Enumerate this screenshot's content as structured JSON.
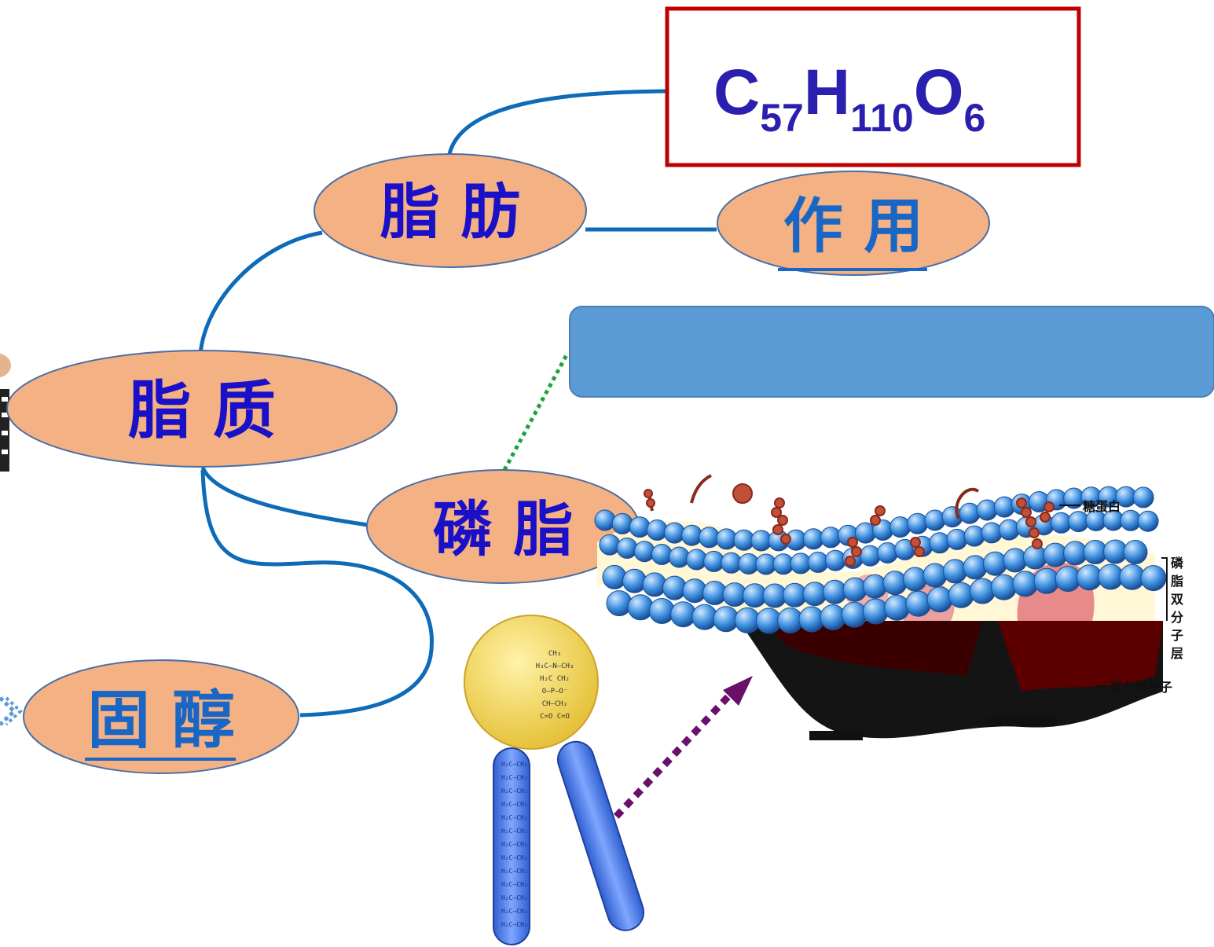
{
  "nodes": {
    "lipid": "脂 质",
    "fat": "脂 肪",
    "function": "作 用",
    "phospholipid": "磷 脂",
    "sterol": "固 醇"
  },
  "formula": {
    "c": "C",
    "c_sub": "57",
    "h": "H",
    "h_sub": "110",
    "o": "O",
    "o_sub": "6"
  },
  "membrane_labels": {
    "glycoprotein": "糖蛋白",
    "bilayer": [
      "磷",
      "脂",
      "双",
      "分",
      "子",
      "层"
    ],
    "protein": "蛋白质分子"
  },
  "molecule_head_text": [
    "CH₃",
    "H₃C–N–CH₃",
    "H₂C CH₂",
    "O–P–O⁻",
    "CH–CH₂",
    "C=O C=O"
  ],
  "colors": {
    "ellipse_fill": "#f4b183",
    "ellipse_stroke": "#4a6fa5",
    "connector": "#0d6bb8",
    "node_text": "#1a10c8",
    "formula_border": "#c00000",
    "blue_box": "#5b9bd5",
    "dotted_green": "#1aa33a",
    "dotted_purple": "#6a0f6a"
  }
}
